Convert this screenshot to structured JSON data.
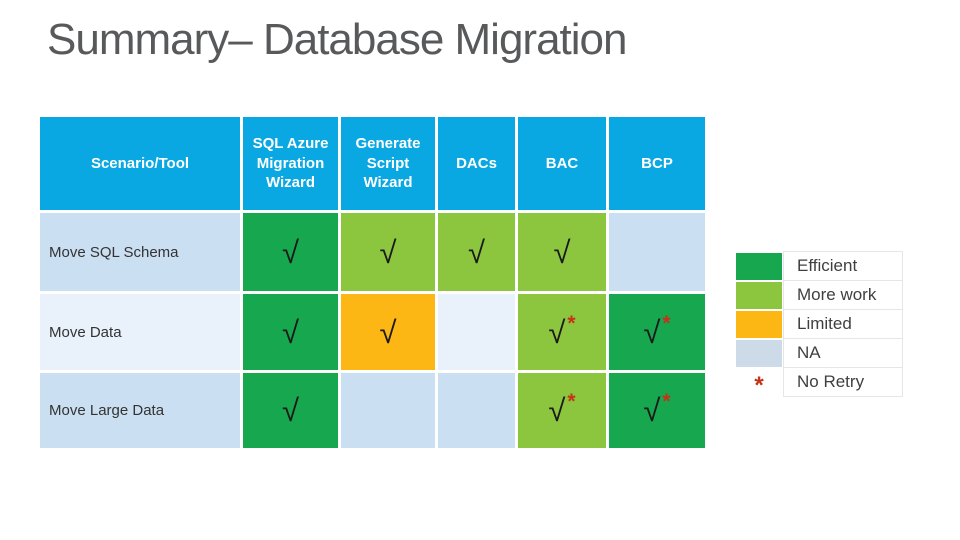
{
  "slide": {
    "title": "Summary– Database Migration"
  },
  "table": {
    "headers": [
      "Scenario/Tool",
      "SQL Azure Migration Wizard",
      "Generate Script Wizard",
      "DACs",
      "BAC",
      "BCP"
    ],
    "rows": [
      {
        "label": "Move SQL Schema",
        "cells": [
          {
            "status": "efficient",
            "mark": "√"
          },
          {
            "status": "more_work",
            "mark": "√"
          },
          {
            "status": "more_work",
            "mark": "√"
          },
          {
            "status": "more_work",
            "mark": "√"
          },
          {
            "status": "na",
            "mark": ""
          }
        ]
      },
      {
        "label": "Move Data",
        "cells": [
          {
            "status": "efficient",
            "mark": "√"
          },
          {
            "status": "limited",
            "mark": "√"
          },
          {
            "status": "na",
            "mark": ""
          },
          {
            "status": "more_work",
            "mark": "√",
            "star": "*"
          },
          {
            "status": "efficient",
            "mark": "√",
            "star": "*"
          }
        ]
      },
      {
        "label": "Move Large Data",
        "cells": [
          {
            "status": "efficient",
            "mark": "√"
          },
          {
            "status": "na",
            "mark": ""
          },
          {
            "status": "na",
            "mark": ""
          },
          {
            "status": "more_work",
            "mark": "√",
            "star": "*"
          },
          {
            "status": "efficient",
            "mark": "√",
            "star": "*"
          }
        ]
      }
    ]
  },
  "legend": {
    "items": [
      {
        "label": "Efficient",
        "swatch": "efficient"
      },
      {
        "label": "More work",
        "swatch": "more_work"
      },
      {
        "label": "Limited",
        "swatch": "limited"
      },
      {
        "label": "NA",
        "swatch": "legend_na"
      },
      {
        "label": "No Retry",
        "symbol": "*"
      }
    ]
  },
  "colors": {
    "header_blue": "#09A8E2",
    "efficient": "#17A74E",
    "more_work": "#8CC63F",
    "limited": "#FDB714",
    "na_row_dark": "#CBDFF3",
    "na_row_light": "#E9F1FA",
    "legend_na": "#CDDAE8",
    "star_red": "#C63218",
    "title_gray": "#58595B"
  }
}
